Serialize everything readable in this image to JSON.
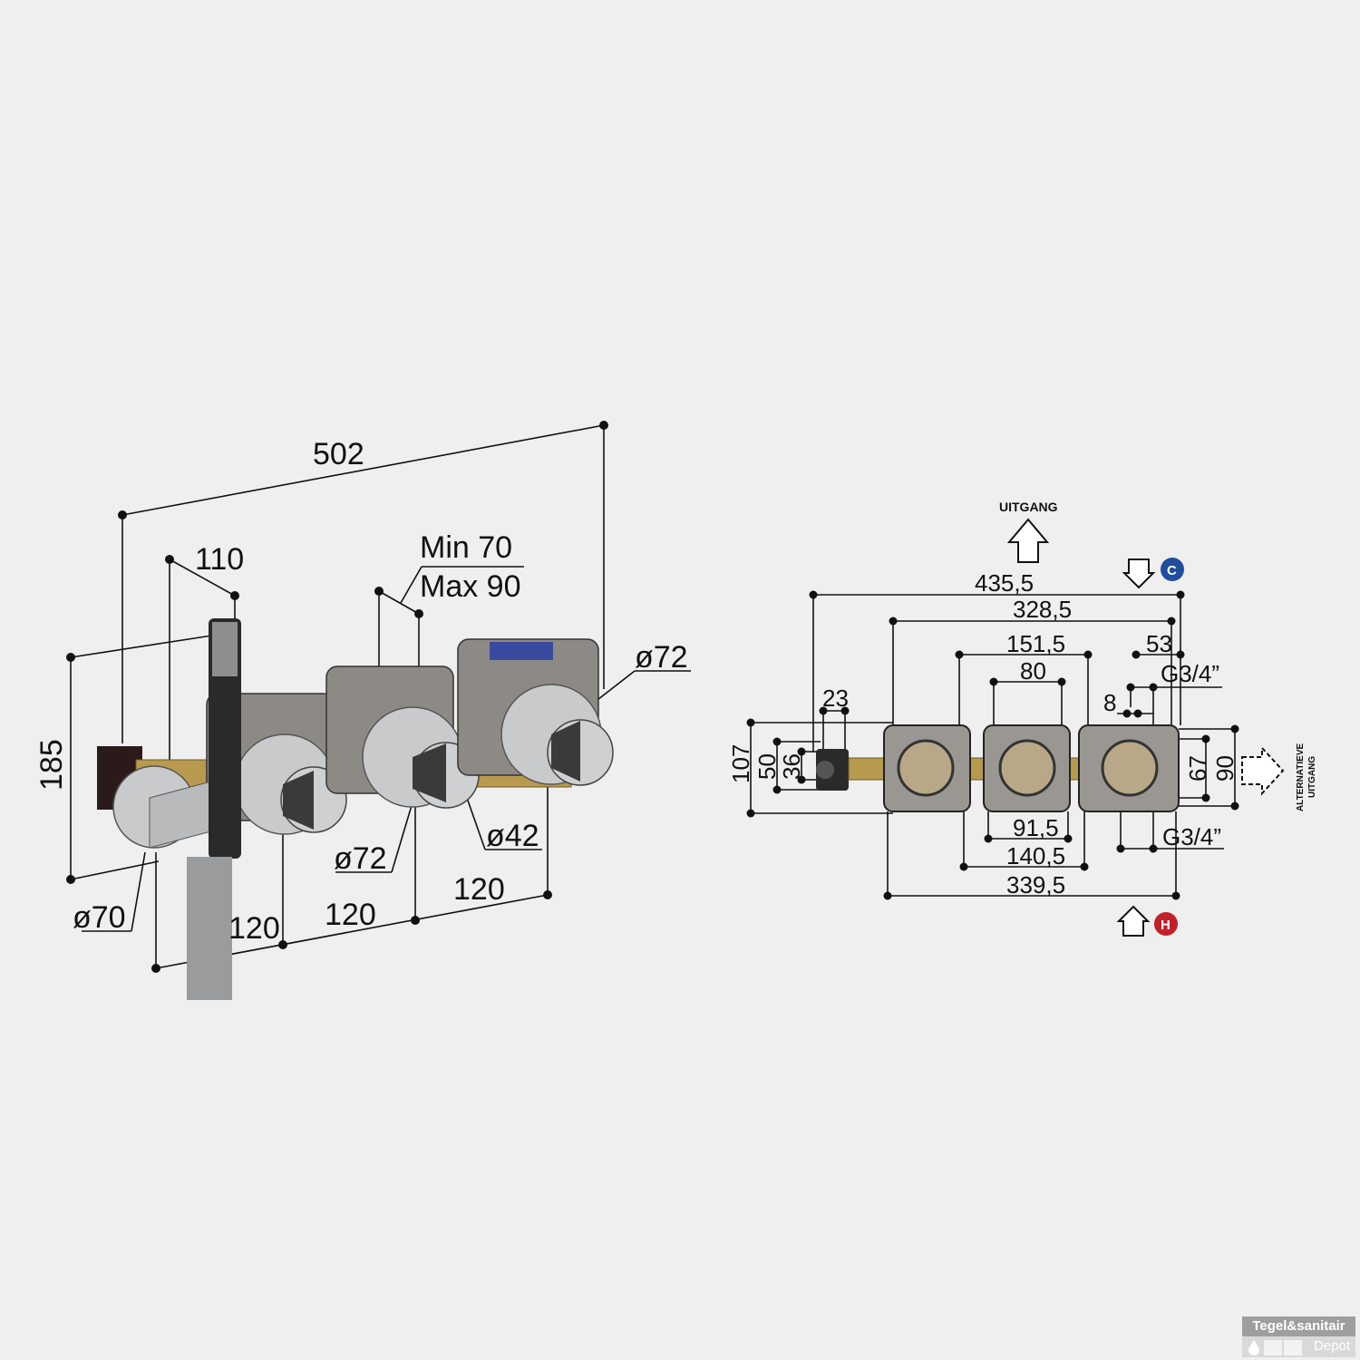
{
  "left_view": {
    "dim_total_width": "502",
    "dim_depth_handshower": "110",
    "dim_wall_min": "Min 70",
    "dim_wall_max": "Max 90",
    "dim_height": "185",
    "dim_dia_top": "ø72",
    "dim_dia_mid": "ø72",
    "dim_dia_handle": "ø42",
    "dim_dia_outlet": "ø70",
    "dim_spacing_1": "120",
    "dim_spacing_2": "120",
    "dim_spacing_3": "120"
  },
  "right_view": {
    "label_outlet": "UITGANG",
    "label_alt_outlet_1": "ALTERNATIEVE",
    "label_alt_outlet_2": "UITGANG",
    "badge_cold": "C",
    "badge_hot": "H",
    "dim_435": "435,5",
    "dim_328": "328,5",
    "dim_151": "151,5",
    "dim_80": "80",
    "dim_53": "53",
    "dim_g34_top": "G3/4”",
    "dim_23": "23",
    "dim_8": "8",
    "dim_107": "107",
    "dim_50": "50",
    "dim_36": "36",
    "dim_67": "67",
    "dim_90": "90",
    "dim_91": "91,5",
    "dim_140": "140,5",
    "dim_339": "339,5",
    "dim_g34_bottom": "G3/4”"
  },
  "colors": {
    "background": "#efefef",
    "cold_badge": "#1f4e9c",
    "hot_badge": "#c0202a",
    "brass": "#b89a4e"
  },
  "logo": {
    "line1": "Tegel&sanitair",
    "line2": "Depot"
  }
}
